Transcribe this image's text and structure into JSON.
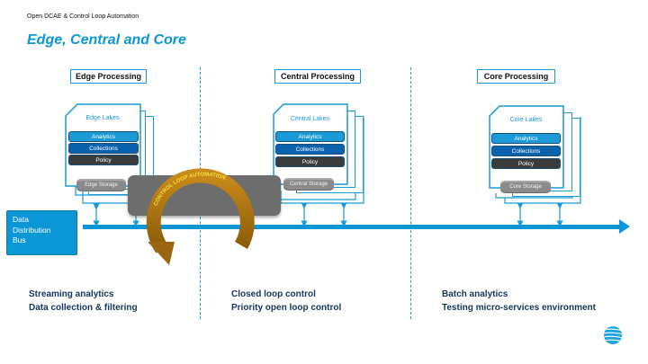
{
  "header": {
    "label": "Open DCAE & Control Loop Automation",
    "title": "Edge, Central and Core"
  },
  "colors": {
    "accent": "#0b96d6",
    "analytics": "#1a9ad6",
    "collections": "#0a62ad",
    "policy": "#3b3b3b",
    "storage": "#8a8a8a",
    "automation_box": "#6d6d6d",
    "loop_arrow": "#a8700f",
    "bottom_text": "#15355a"
  },
  "sections": [
    {
      "title": "Edge Processing",
      "lake_label": "Edge Lakes",
      "bars": [
        "Analytics",
        "Collections",
        "Policy"
      ],
      "storage": "Edge Storage",
      "capabilities": [
        "Streaming analytics",
        "Data collection & filtering"
      ]
    },
    {
      "title": "Central Processing",
      "lake_label": "Central Lakes",
      "bars": [
        "Analytics",
        "Collections",
        "Policy"
      ],
      "storage": "Central Storage",
      "capabilities": [
        "Closed loop control",
        "Priority open loop control"
      ]
    },
    {
      "title": "Core Processing",
      "lake_label": "Core Lakes",
      "bars": [
        "Analytics",
        "Collections",
        "Policy"
      ],
      "storage": "Core Storage",
      "capabilities": [
        "Batch analytics",
        "Testing micro-services environment"
      ]
    }
  ],
  "bus": {
    "label_lines": [
      "Data",
      "Distribution",
      "Bus"
    ]
  },
  "automation": {
    "label": "CONTROL LOOP AUTOMATION"
  },
  "logo": {
    "icon": "att-globe-icon"
  }
}
